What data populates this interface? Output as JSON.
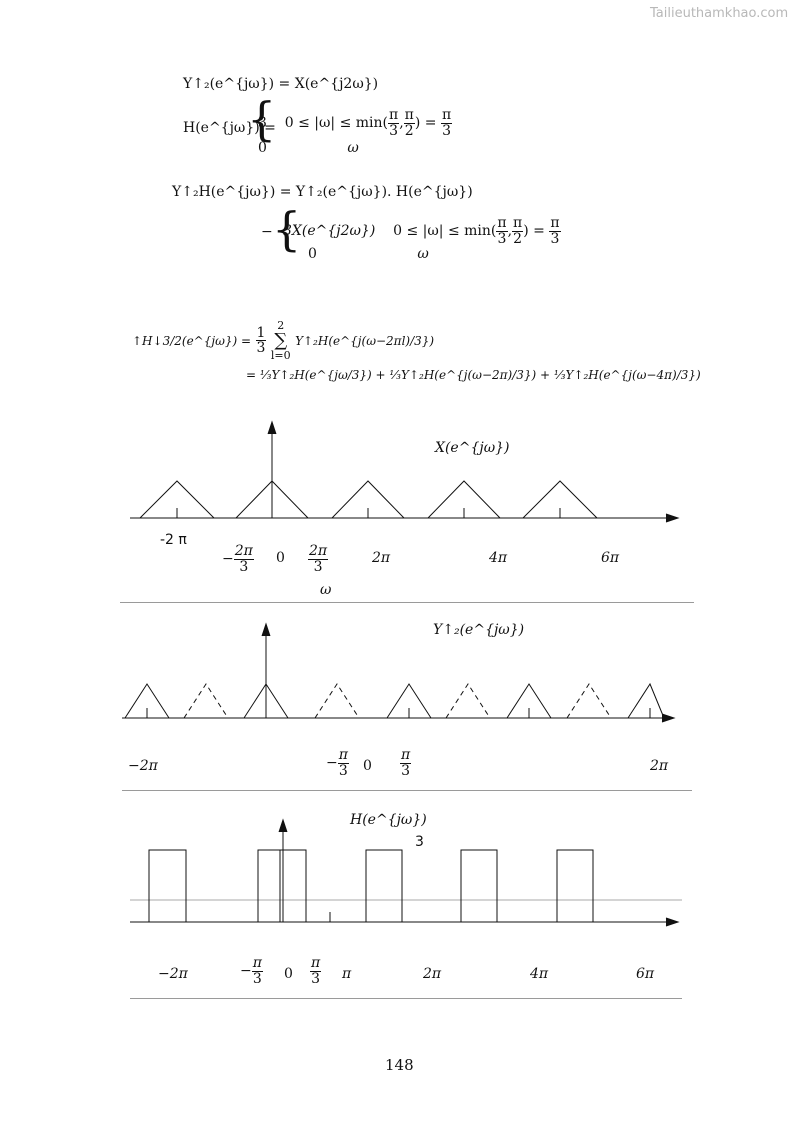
{
  "watermark": "Tailieuthamkhao.com",
  "equations": {
    "eq1": "Y↑₂(e^{jω}) = X(e^{j2ω})",
    "eq2_left": "H(e^{jω}) =",
    "eq2_case1_val": "3",
    "eq2_case1_cond": "0 ≤ |ω| ≤ min(",
    "eq2_case1_tail": ") =",
    "eq2_case2_val": "0",
    "eq2_case2_cond": "ω",
    "eq3": "Y↑₂H(e^{jω}) = Y↑₂(e^{jω}). H(e^{jω})",
    "eq4_case1_val": "3X(e^{j2ω})",
    "eq4_case1_cond": "0 ≤ |ω| ≤ min(",
    "eq4_case2_val": "0",
    "eq4_case2_cond": "ω",
    "eq5_left": "↑H↓3/2(e^{jω}) =",
    "eq5_sum": "Y↑₂H(e^{j(ω−2πl)/3})",
    "eq6": "= ⅓Y↑₂H(e^{jω/3}) + ⅓Y↑₂H(e^{j(ω−2π)/3}) + ⅓Y↑₂H(e^{j(ω−4π)/3})",
    "pi": "π",
    "three": "3",
    "two": "2",
    "one": "1",
    "sum_top": "2",
    "sum_bottom": "l=0",
    "minus": "−"
  },
  "plot1": {
    "title": "X(e^{jω})",
    "ticks": [
      "-2 π",
      "2π",
      "0",
      "2π",
      "2π",
      "4π",
      "6π"
    ],
    "omega": "ω"
  },
  "plot2": {
    "title": "Y↑₂(e^{jω})",
    "ticks": [
      "−2π",
      "π",
      "0",
      "π",
      "2π"
    ]
  },
  "plot3": {
    "title": "H(e^{jω})",
    "level": "3",
    "ticks": [
      "−2π",
      "π",
      "0",
      "π",
      "π",
      "2π",
      "4π",
      "6π"
    ]
  },
  "page_number": "148"
}
